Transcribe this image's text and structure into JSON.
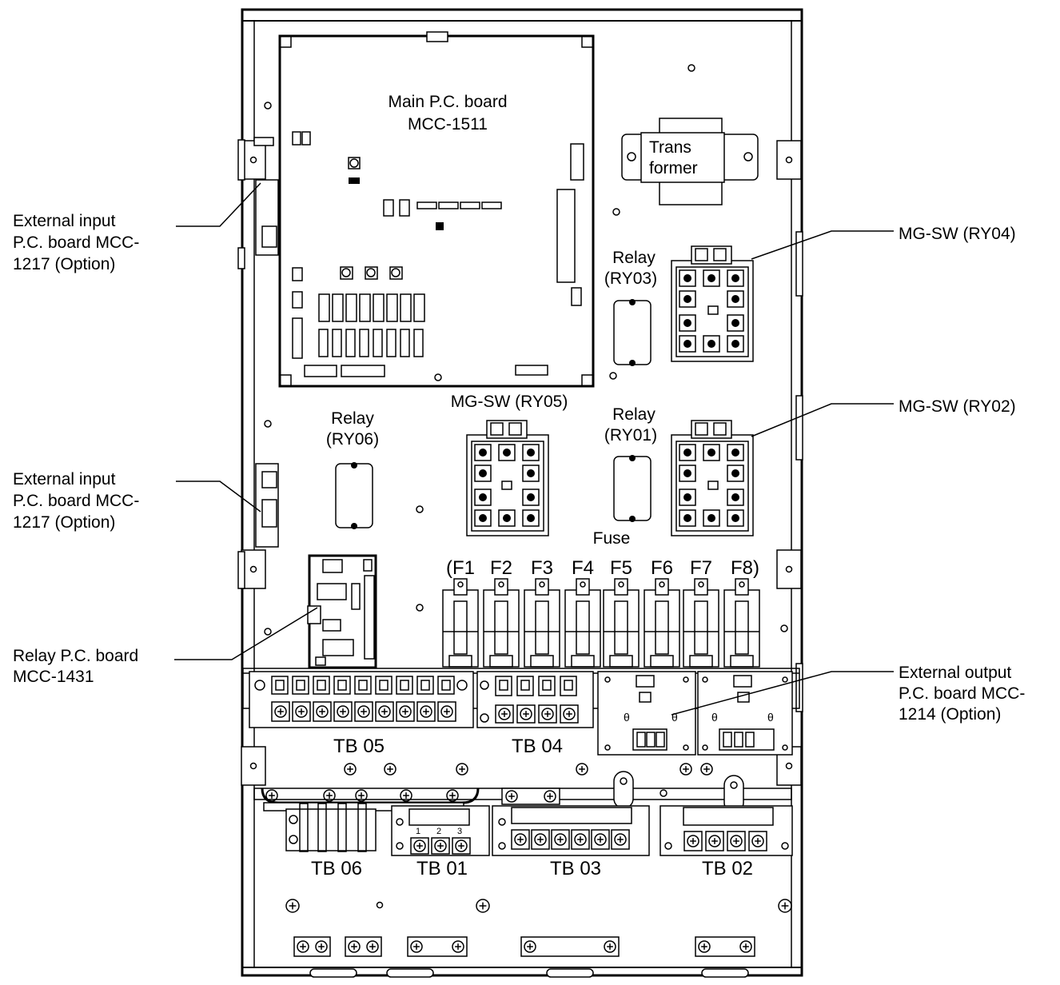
{
  "labels": {
    "main_board": [
      "Main P.C. board",
      "MCC-1511"
    ],
    "transformer": [
      "Trans",
      "former"
    ],
    "relay_ry03": [
      "Relay",
      "(RY03)"
    ],
    "relay_ry06": [
      "Relay",
      "(RY06)"
    ],
    "relay_ry01": [
      "Relay",
      "(RY01)"
    ],
    "mgsw_ry05": "MG-SW (RY05)",
    "mgsw_ry04": "MG-SW (RY04)",
    "mgsw_ry02": "MG-SW (RY02)",
    "external_input_upper": [
      "External input",
      "P.C. board MCC-",
      "1217 (Option)"
    ],
    "external_input_lower": [
      "External input",
      "P.C. board MCC-",
      "1217 (Option)"
    ],
    "relay_board": [
      "Relay P.C. board",
      "MCC-1431"
    ],
    "external_output": [
      "External output",
      "P.C. board MCC-",
      "1214 (Option)"
    ],
    "fuse": "Fuse",
    "fuses": [
      "(F1",
      "F2",
      "F3",
      "F4",
      "F5",
      "F6",
      "F7",
      "F8)"
    ],
    "terminal_blocks": {
      "tb05": "TB 05",
      "tb04": "TB 04",
      "tb06": "TB 06",
      "tb01": "TB 01",
      "tb03": "TB 03",
      "tb02": "TB 02"
    },
    "tb01_pins": [
      "1",
      "2",
      "3"
    ]
  }
}
